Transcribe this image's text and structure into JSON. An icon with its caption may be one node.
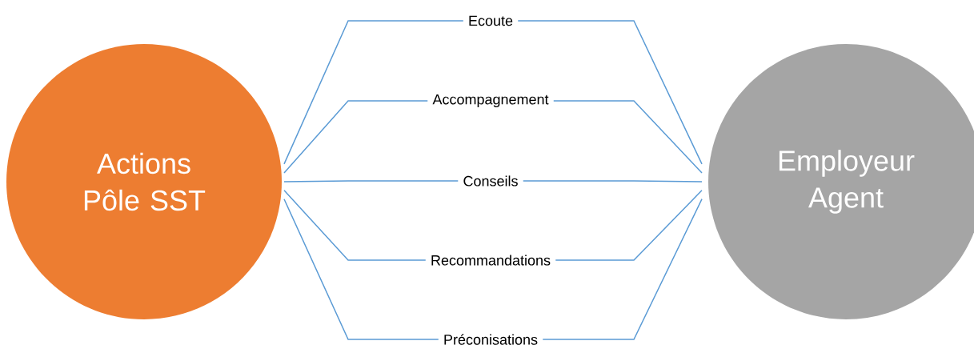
{
  "diagram": {
    "nodes": [
      {
        "text": [
          "Actions Pôle SST"
        ]
      },
      {
        "text": [
          "Ecoute"
        ]
      },
      {
        "text": [
          "Accompagnement"
        ]
      },
      {
        "text": [
          "Conseils"
        ]
      },
      {
        "text": [
          "Recommandations"
        ]
      },
      {
        "text": [
          "Préconisations"
        ]
      },
      {
        "text": [
          "Employeur Agent"
        ]
      }
    ],
    "edges": [
      {
        "from": 0,
        "to": 1,
        "arrow": "none"
      },
      {
        "from": 0,
        "to": 2,
        "arrow": "none"
      },
      {
        "from": 0,
        "to": 3,
        "arrow": "none"
      },
      {
        "from": 0,
        "to": 4,
        "arrow": "none"
      },
      {
        "from": 0,
        "to": 5,
        "arrow": "none"
      },
      {
        "from": 1,
        "to": 6,
        "arrow": "none"
      },
      {
        "from": 2,
        "to": 6,
        "arrow": "none"
      },
      {
        "from": 3,
        "to": 6,
        "arrow": "none"
      },
      {
        "from": 4,
        "to": 6,
        "arrow": "none"
      },
      {
        "from": 5,
        "to": 6,
        "arrow": "none"
      }
    ]
  }
}
